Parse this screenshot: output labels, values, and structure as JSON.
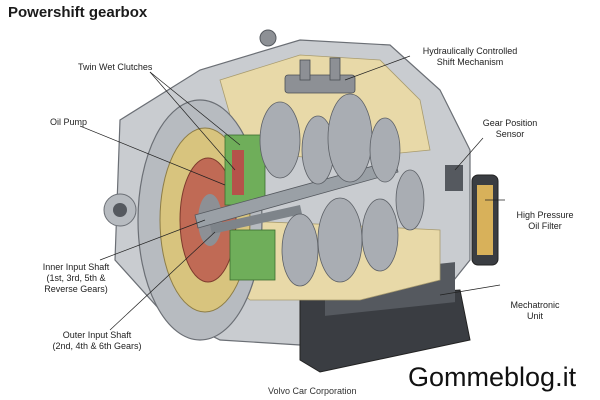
{
  "title": "Powershift gearbox",
  "labels": {
    "twin_wet_clutches": "Twin Wet Clutches",
    "oil_pump": "Oil Pump",
    "hydraulic_shift_1": "Hydraulically Controlled",
    "hydraulic_shift_2": "Shift Mechanism",
    "gear_position_1": "Gear Position",
    "gear_position_2": "Sensor",
    "oil_filter_1": "High Pressure",
    "oil_filter_2": "Oil Filter",
    "inner_shaft_1": "Inner Input Shaft",
    "inner_shaft_2": "(1st, 3rd, 5th &",
    "inner_shaft_3": "Reverse Gears)",
    "outer_shaft_1": "Outer Input Shaft",
    "outer_shaft_2": "(2nd, 4th & 6th Gears)",
    "mechatronic_1": "Mechatronic",
    "mechatronic_2": "Unit"
  },
  "credit": "Volvo Car Corporation",
  "watermark": "Gommeblog.it",
  "colors": {
    "housing": "#c9ccd0",
    "cutaway": "#e8d9a8",
    "gear": "#a9adb3",
    "clutch_green": "#6fae5a",
    "clutch_red": "#b5524a",
    "dark": "#3a3d42"
  }
}
